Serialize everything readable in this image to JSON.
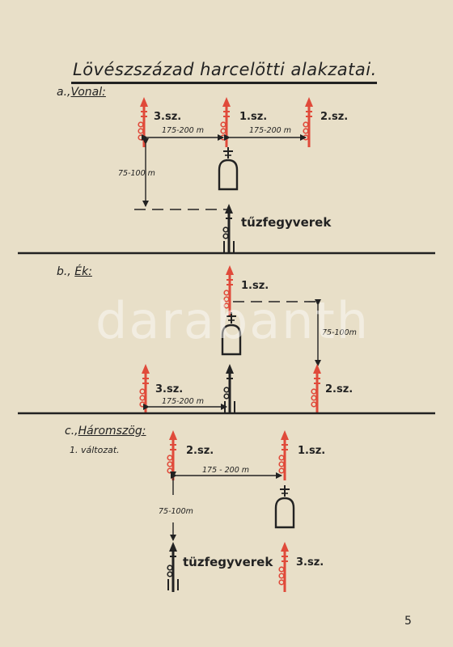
{
  "title": "Lövészszázad harcelötti alakzatai.",
  "sections": {
    "a": {
      "label": "a.,",
      "name": "Vonal:"
    },
    "b": {
      "label": "b.,",
      "name": "Ék:"
    },
    "c": {
      "label": "c.,",
      "name": "Háromszög:",
      "variant": "1. változat."
    }
  },
  "labels": {
    "a_3sz": "3.sz.",
    "a_1sz": "1.sz.",
    "a_2sz": "2.sz.",
    "a_dist_left": "175-200 m",
    "a_dist_right": "175-200 m",
    "a_dist_vertical": "75-100 m",
    "a_weapons": "tűzfegyverek",
    "b_1sz": "1.sz.",
    "b_dist_vertical": "75-100m",
    "b_3sz": "3.sz.",
    "b_2sz": "2.sz.",
    "b_dist_bottom": "175-200 m",
    "c_2sz": "2.sz.",
    "c_1sz": "1.sz.",
    "c_dist": "175 - 200 m",
    "c_dist_vertical": "75-100m",
    "c_weapons": "tüzfegyverek",
    "c_3sz": "3.sz."
  },
  "watermark": "darabanth",
  "page_number": "5",
  "colors": {
    "red": "#e04a3a",
    "ink": "#222222",
    "paper": "#e8dfc8"
  }
}
